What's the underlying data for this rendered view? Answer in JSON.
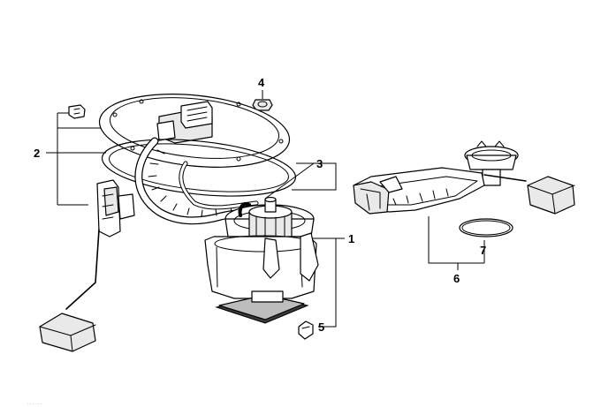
{
  "diagram": {
    "callouts": [
      {
        "id": "c1",
        "label": "1"
      },
      {
        "id": "c2",
        "label": "2"
      },
      {
        "id": "c3",
        "label": "3"
      },
      {
        "id": "c4",
        "label": "4"
      },
      {
        "id": "c5",
        "label": "5"
      },
      {
        "id": "c6",
        "label": "6"
      },
      {
        "id": "c7",
        "label": "7"
      }
    ],
    "watermark": "……"
  },
  "colors": {
    "line": "#000000",
    "background": "#ffffff",
    "shade": "#e9e9e9"
  }
}
